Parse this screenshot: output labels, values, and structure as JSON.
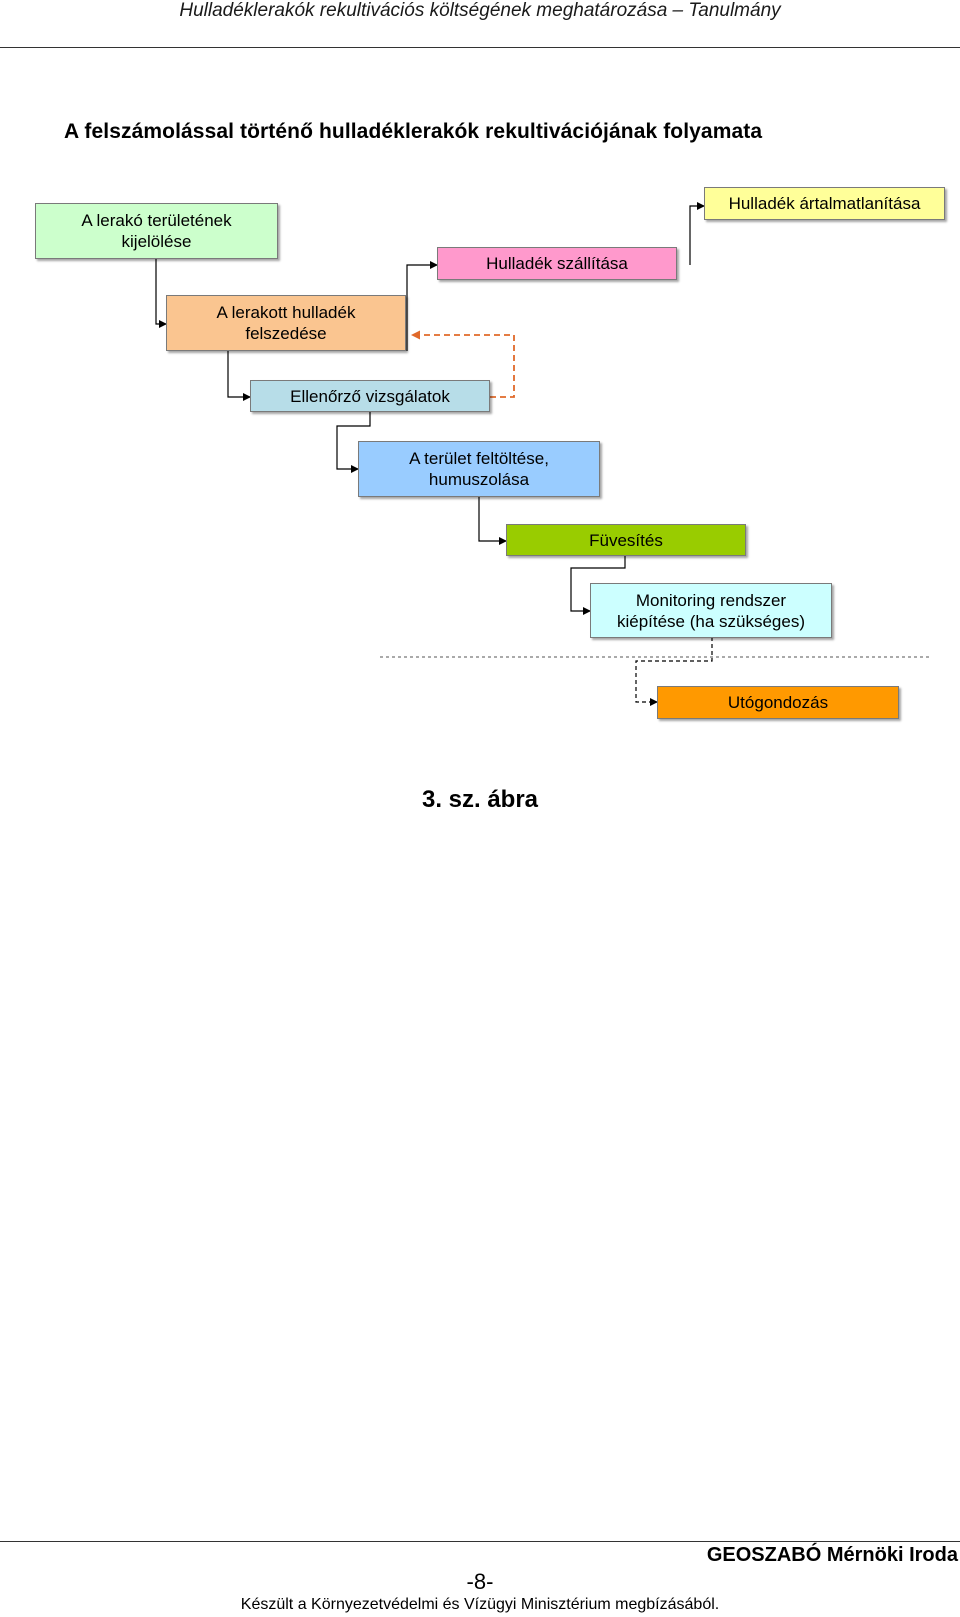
{
  "header": {
    "running_title": "Hulladéklerakók rekultivációs költségének meghatározása – Tanulmány"
  },
  "diagram": {
    "title": "A felszámolással történő hulladéklerakók rekultivációjának folyamata",
    "steps": [
      {
        "label": "A lerakó területének\nkijelölése",
        "color": "#ccffcc"
      },
      {
        "label": "A lerakott hulladék\nfelszedése",
        "color": "#fac590"
      },
      {
        "label": "Ellenőrző vizsgálatok",
        "color": "#b7dde8"
      },
      {
        "label": "A terület feltöltése,\nhumuszolása",
        "color": "#99ccff"
      },
      {
        "label": "Füvesítés",
        "color": "#99cc00"
      },
      {
        "label": "Monitoring rendszer\nkiépítése (ha szükséges)",
        "color": "#ccffff"
      },
      {
        "label": "Utógondozás",
        "color": "#ff9900"
      },
      {
        "label": "Hulladék szállítása",
        "color": "#ff99cc"
      },
      {
        "label": "Hulladék ártalmatlanítása",
        "color": "#ffff99"
      }
    ]
  },
  "caption": "3. sz. ábra",
  "footer": {
    "company": "GEOSZABÓ Mérnöki Iroda",
    "page_number": "-8-",
    "note": "Készült a Környezetvédelmi és Vízügyi Minisztérium megbízásából."
  }
}
